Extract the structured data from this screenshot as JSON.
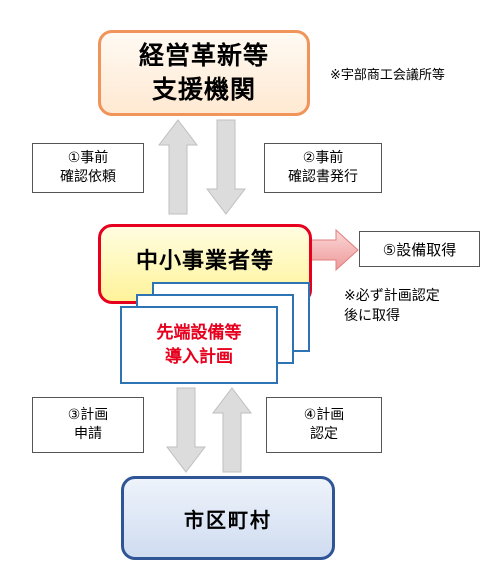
{
  "support_org": {
    "line1": "経営革新等",
    "line2": "支援機関",
    "note": "※宇部商工会議所等"
  },
  "steps": {
    "s1": {
      "line1": "①事前",
      "line2": "確認依頼"
    },
    "s2": {
      "line1": "②事前",
      "line2": "確認書発行"
    },
    "s3": {
      "line1": "③計画",
      "line2": "申請"
    },
    "s4": {
      "line1": "④計画",
      "line2": "認定"
    }
  },
  "sme": {
    "label": "中小事業者等"
  },
  "equipment": {
    "label": "⑤設備取得",
    "note_line1": "※必ず計画認定",
    "note_line2": "後に取得"
  },
  "plan_doc": {
    "line1": "先端設備等",
    "line2": "導入計画"
  },
  "municipality": {
    "label": "市区町村"
  },
  "colors": {
    "support_border": "#f0945a",
    "sme_border": "#e6001e",
    "plan_text": "#e6001e",
    "plan_border": "#2e74b5",
    "municipality_border": "#2f5597",
    "arrow_fill": "#dcdcdc"
  }
}
